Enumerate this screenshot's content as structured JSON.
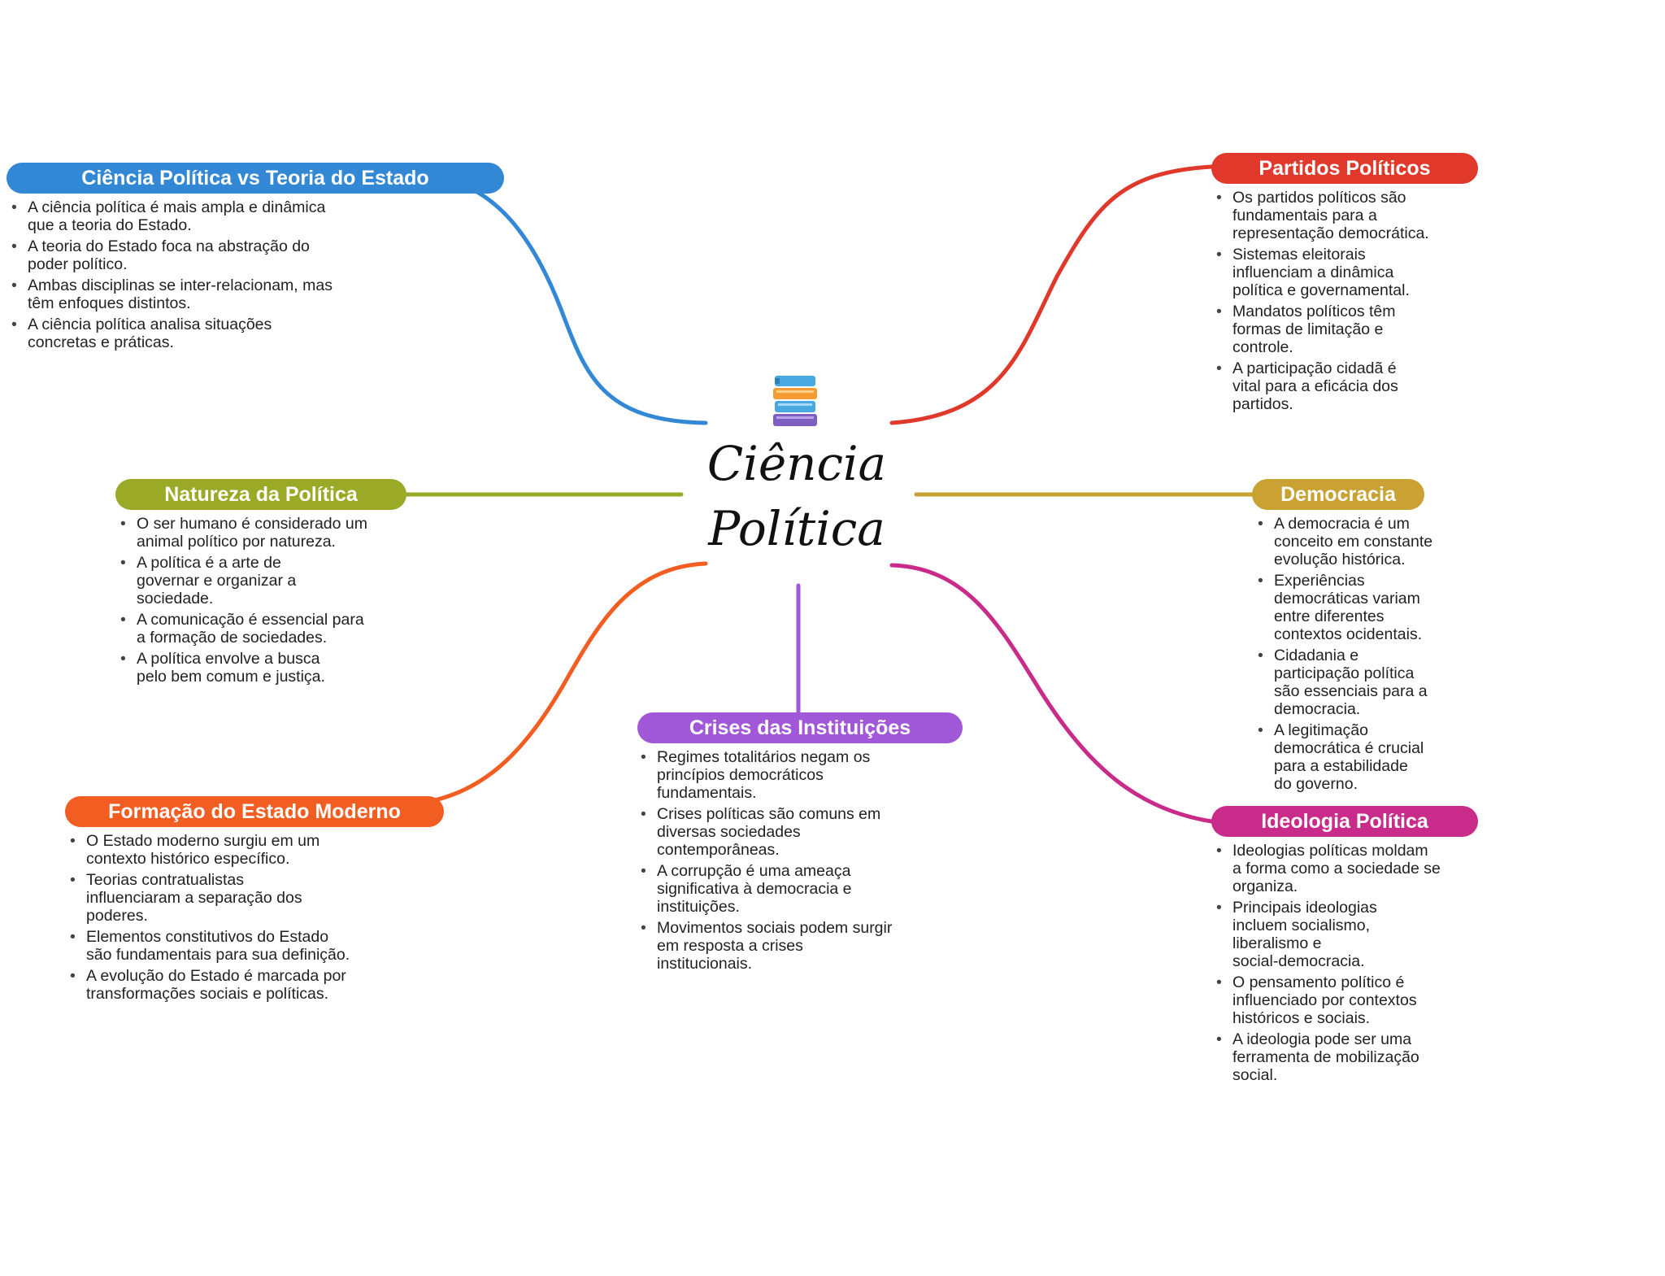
{
  "center": {
    "title_line1": "Ciência",
    "title_line2": "Política",
    "icon": "books-icon"
  },
  "topics": [
    {
      "id": "cp-vs-te",
      "title": "Ciência Política vs Teoria do Estado",
      "color": "#3388d6",
      "bullets": [
        [
          "A ciência política é mais ampla e dinâmica",
          "que a teoria do Estado."
        ],
        [
          "A teoria do Estado foca na abstração do",
          "poder político."
        ],
        [
          "Ambas disciplinas se inter-relacionam, mas",
          "têm enfoques distintos."
        ],
        [
          "A ciência política analisa situações",
          "concretas e práticas."
        ]
      ]
    },
    {
      "id": "partidos",
      "title": "Partidos Políticos",
      "color": "#e0392b",
      "bullets": [
        [
          "Os partidos políticos são",
          "fundamentais para a",
          "representação democrática."
        ],
        [
          "Sistemas eleitorais",
          "influenciam a dinâmica",
          "política e governamental."
        ],
        [
          "Mandatos políticos têm",
          "formas de limitação e",
          "controle."
        ],
        [
          "A participação cidadã é",
          "vital para a eficácia dos",
          "partidos."
        ]
      ]
    },
    {
      "id": "natureza",
      "title": "Natureza da Política",
      "color": "#9aaa26",
      "bullets": [
        [
          "O ser humano é considerado um",
          "animal político por natureza."
        ],
        [
          "A política é a arte de",
          "governar e organizar a",
          "sociedade."
        ],
        [
          "A comunicação é essencial para",
          "a formação de sociedades."
        ],
        [
          "A política envolve a busca",
          "pelo bem comum e justiça."
        ]
      ]
    },
    {
      "id": "democracia",
      "title": "Democracia",
      "color": "#c9a233",
      "bullets": [
        [
          "A democracia é um",
          "conceito em constante",
          "evolução histórica."
        ],
        [
          "Experiências",
          "democráticas variam",
          "entre diferentes",
          "contextos ocidentais."
        ],
        [
          "Cidadania e",
          "participação política",
          "são essenciais para a",
          "democracia."
        ],
        [
          "A legitimação",
          "democrática é crucial",
          "para a estabilidade",
          "do governo."
        ]
      ]
    },
    {
      "id": "crises",
      "title": "Crises das Instituições",
      "color": "#a158d8",
      "bullets": [
        [
          "Regimes totalitários negam os",
          "princípios democráticos",
          "fundamentais."
        ],
        [
          "Crises políticas são comuns em",
          "diversas sociedades",
          "contemporâneas."
        ],
        [
          "A corrupção é uma ameaça",
          "significativa à democracia e",
          "instituições."
        ],
        [
          "Movimentos sociais podem surgir",
          "em resposta a crises",
          "institucionais."
        ]
      ]
    },
    {
      "id": "formacao",
      "title": "Formação do Estado Moderno",
      "color": "#f25e22",
      "bullets": [
        [
          "O Estado moderno surgiu em um",
          "contexto histórico específico."
        ],
        [
          "Teorias contratualistas",
          "influenciaram a separação dos",
          "poderes."
        ],
        [
          "Elementos constitutivos do Estado",
          "são fundamentais para sua definição."
        ],
        [
          "A evolução do Estado é marcada por",
          "transformações sociais e políticas."
        ]
      ]
    },
    {
      "id": "ideologia",
      "title": "Ideologia Política",
      "color": "#c92b8a",
      "bullets": [
        [
          "Ideologias políticas moldam",
          "a forma como a sociedade se",
          "organiza."
        ],
        [
          "Principais ideologias",
          "incluem socialismo,",
          "liberalismo e",
          "social-democracia."
        ],
        [
          "O pensamento político é",
          "influenciado por contextos",
          "históricos e sociais."
        ],
        [
          "A ideologia pode ser uma",
          "ferramenta de mobilização",
          "social."
        ]
      ]
    }
  ]
}
